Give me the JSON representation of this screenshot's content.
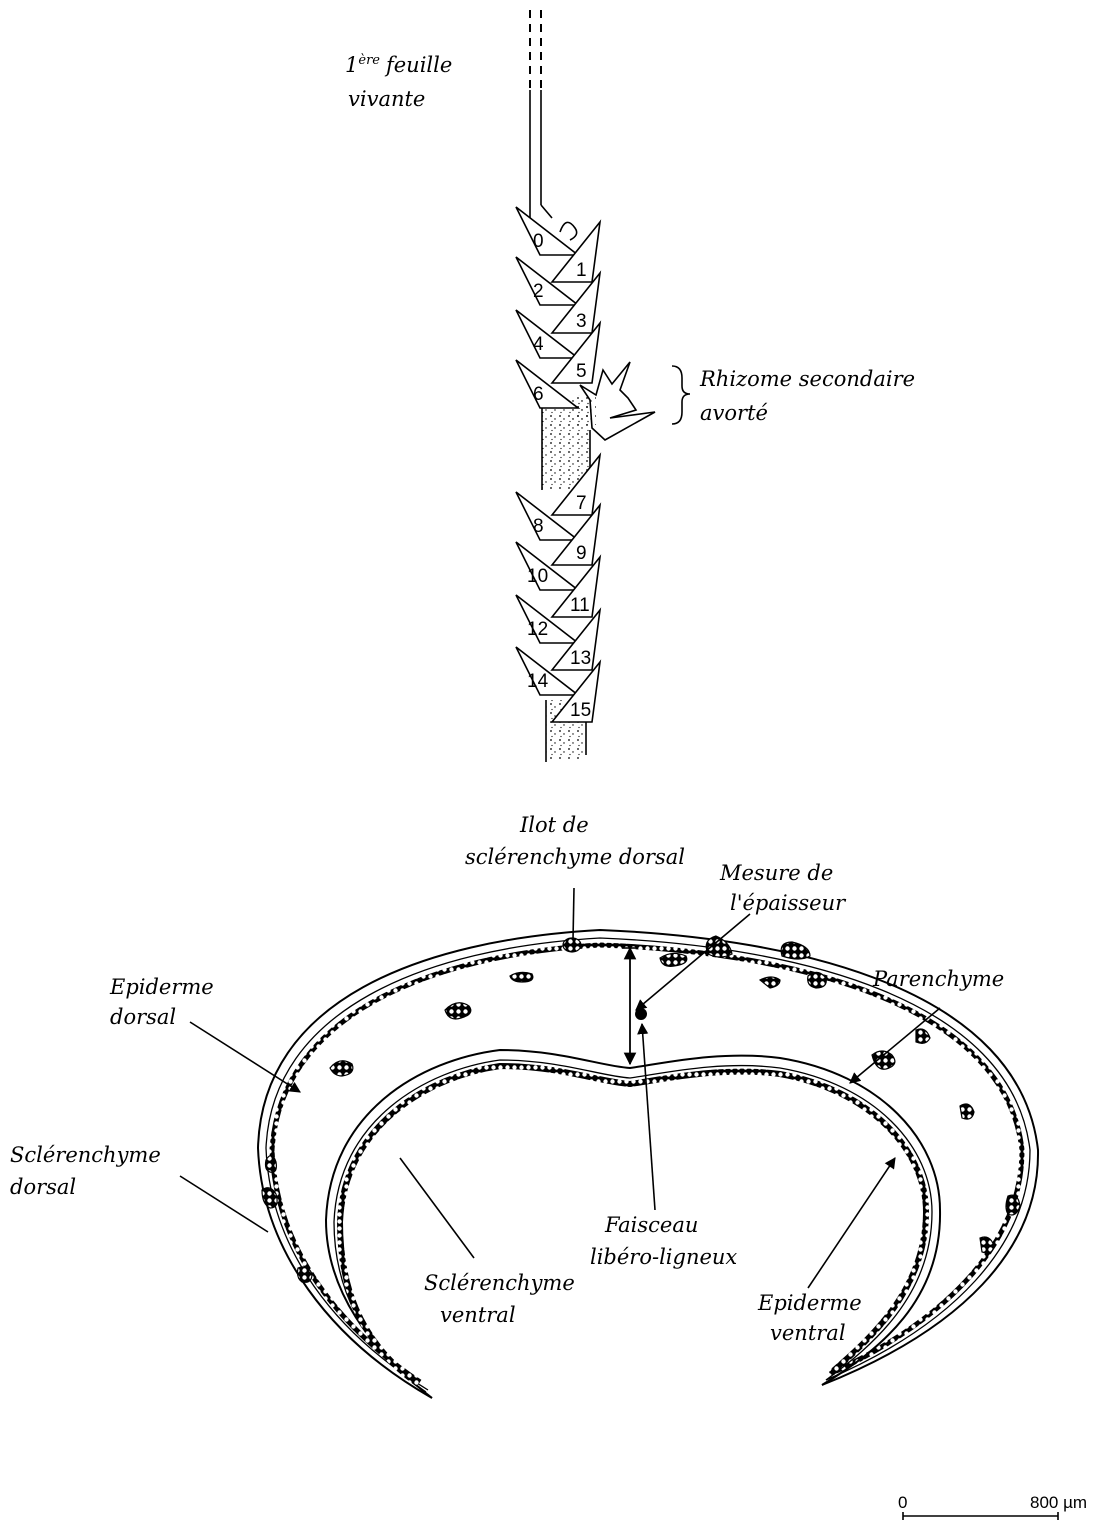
{
  "stem_diagram": {
    "leaf_label_sup": "ère",
    "leaf_label_1": "feuille",
    "leaf_label_2": "vivante",
    "leaf_label_num": "1",
    "rhizome_label_1": "Rhizome secondaire",
    "rhizome_label_2": "avorté",
    "node_numbers": [
      "0",
      "1",
      "2",
      "3",
      "4",
      "5",
      "6",
      "7",
      "8",
      "9",
      "10",
      "11",
      "12",
      "13",
      "14",
      "15"
    ]
  },
  "cross_section": {
    "ilot_1": "Ilot de",
    "ilot_2": "sclérenchyme dorsal",
    "mesure_1": "Mesure de",
    "mesure_2": "l'épaisseur",
    "epid_dorsal_1": "Epiderme",
    "epid_dorsal_2": "dorsal",
    "parenchyme": "Parenchyme",
    "scler_dorsal_1": "Sclérenchyme",
    "scler_dorsal_2": "dorsal",
    "faisceau_1": "Faisceau",
    "faisceau_2": "libéro-ligneux",
    "scler_ventral_1": "Sclérenchyme",
    "scler_ventral_2": "ventral",
    "epid_ventral_1": "Epiderme",
    "epid_ventral_2": "ventral"
  },
  "scale_bar": {
    "start": "0",
    "end": "800 µm"
  }
}
